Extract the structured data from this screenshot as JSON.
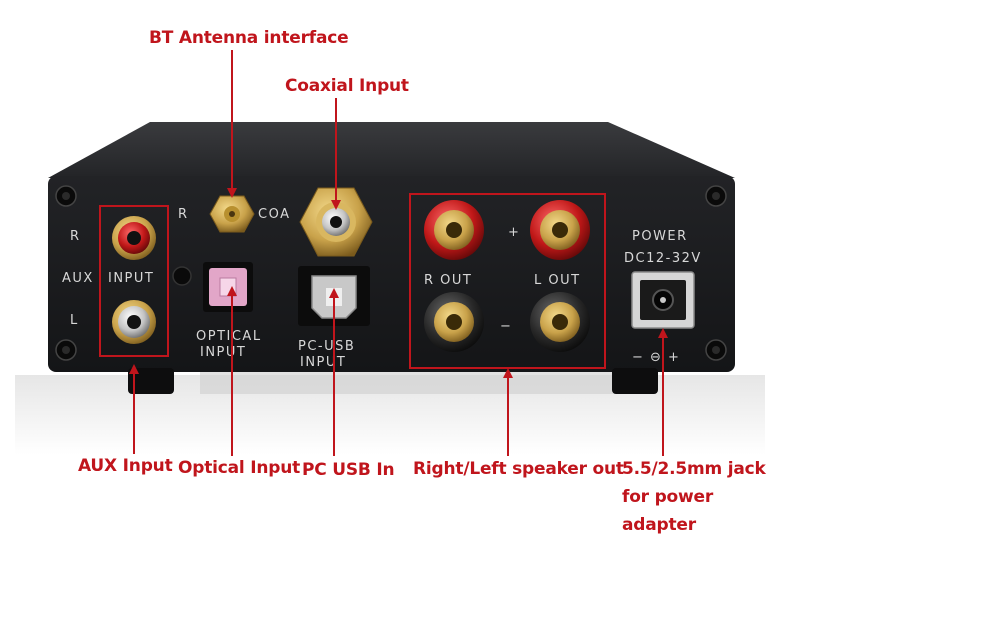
{
  "callouts": {
    "bt_antenna": "BT Antenna interface",
    "coaxial": "Coaxial Input",
    "aux": "AUX Input",
    "optical": "Optical Input",
    "pc_usb": "PC USB In",
    "speaker": "Right/Left speaker out",
    "power_jack": [
      "5.5/2.5mm jack",
      "for power",
      "adapter"
    ]
  },
  "panel": {
    "aux_r": "R",
    "aux": "AUX",
    "aux_l": "L",
    "aux_input": "INPUT",
    "rt": "R",
    "coax_label": "COA",
    "optical": "OPTICAL",
    "optical_input": "INPUT",
    "pc_usb": "PC-USB",
    "pc_usb_input": "INPUT",
    "r_out": "R OUT",
    "l_out": "L OUT",
    "plus": "+",
    "minus": "−",
    "power": "POWER",
    "dc": "DC12-32V",
    "polarity": "− ⊖ +"
  },
  "colors": {
    "callout_red": "#c0151c",
    "chassis": "#1b1c1e",
    "gold": "#c9a24a"
  }
}
